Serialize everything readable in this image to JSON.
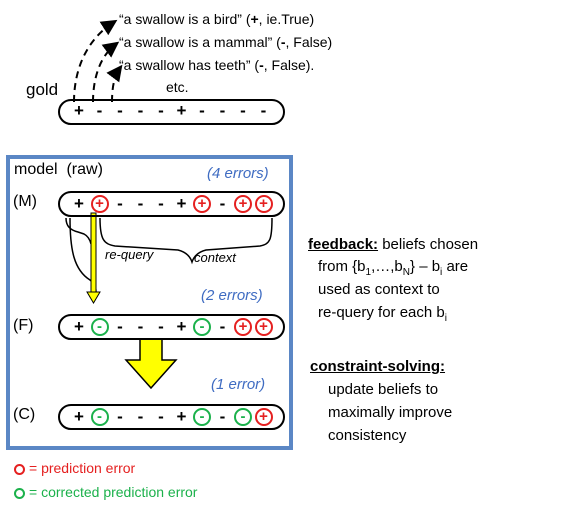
{
  "gold": {
    "label": "gold",
    "beliefs": [
      {
        "prefix": "“a swallow is a bird” (",
        "sign": "+",
        "suffix": ", ie.True)"
      },
      {
        "prefix": "“a swallow is a mammal” (",
        "sign": "-",
        "suffix": ", False)"
      },
      {
        "prefix": "“a swallow has teeth” (",
        "sign": "-",
        "suffix": ", False)."
      }
    ],
    "etc": "etc.",
    "sequence": [
      "+",
      "-",
      "-",
      "-",
      "-",
      "+",
      "-",
      "-",
      "-",
      "-"
    ]
  },
  "model": {
    "title": "model  (raw)",
    "rows": [
      {
        "label": "(M)",
        "errors": "(4 errors)",
        "symbols": [
          {
            "s": "+",
            "c": ""
          },
          {
            "s": "+",
            "c": "red"
          },
          {
            "s": "-",
            "c": ""
          },
          {
            "s": "-",
            "c": ""
          },
          {
            "s": "-",
            "c": ""
          },
          {
            "s": "+",
            "c": ""
          },
          {
            "s": "+",
            "c": "red"
          },
          {
            "s": "-",
            "c": ""
          },
          {
            "s": "+",
            "c": "red"
          },
          {
            "s": "+",
            "c": "red"
          }
        ]
      },
      {
        "label": "(F)",
        "errors": "(2 errors)",
        "symbols": [
          {
            "s": "+",
            "c": ""
          },
          {
            "s": "-",
            "c": "green"
          },
          {
            "s": "-",
            "c": ""
          },
          {
            "s": "-",
            "c": ""
          },
          {
            "s": "-",
            "c": ""
          },
          {
            "s": "+",
            "c": ""
          },
          {
            "s": "-",
            "c": "green"
          },
          {
            "s": "-",
            "c": ""
          },
          {
            "s": "+",
            "c": "red"
          },
          {
            "s": "+",
            "c": "red"
          }
        ]
      },
      {
        "label": "(C)",
        "errors": "(1 error)",
        "symbols": [
          {
            "s": "+",
            "c": ""
          },
          {
            "s": "-",
            "c": "green"
          },
          {
            "s": "-",
            "c": ""
          },
          {
            "s": "-",
            "c": ""
          },
          {
            "s": "-",
            "c": ""
          },
          {
            "s": "+",
            "c": ""
          },
          {
            "s": "-",
            "c": "green"
          },
          {
            "s": "-",
            "c": ""
          },
          {
            "s": "-",
            "c": "green"
          },
          {
            "s": "+",
            "c": "red"
          }
        ]
      }
    ],
    "requery_label": "re-query",
    "context_label": "context"
  },
  "feedback": {
    "title": "feedback:",
    "line1": " beliefs chosen",
    "line2": "from {b",
    "line2_sub1": "1",
    "line2_mid": ",…,b",
    "line2_sub2": "N",
    "line2_end": "} – b",
    "line2_sub3": "i",
    "line2_tail": " are",
    "line3": "used as context to",
    "line4": "re-query for each b",
    "line4_sub": "i"
  },
  "constraint": {
    "title": "constraint-solving:",
    "line1": "update beliefs to",
    "line2": "maximally improve",
    "line3": "consistency"
  },
  "legend": {
    "red_text": "= prediction error",
    "green_text": "= corrected prediction error"
  },
  "colors": {
    "error_red": "#e52020",
    "corrected_green": "#1bb14b",
    "box_blue": "#5b87c5",
    "arrow_yellow": "#ffff00"
  }
}
